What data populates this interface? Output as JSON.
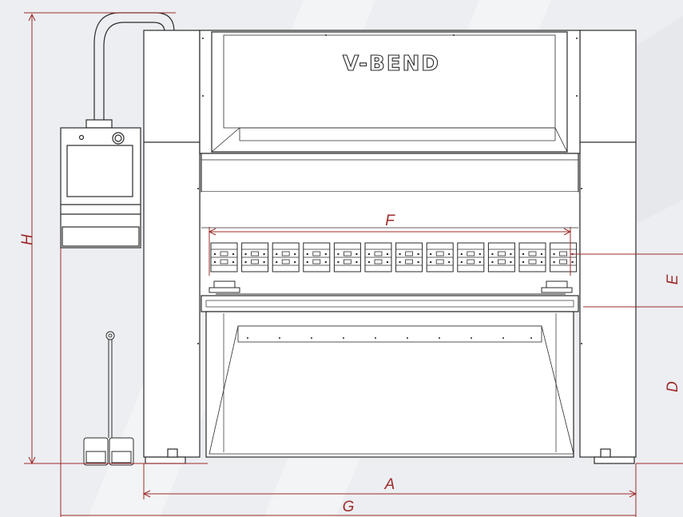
{
  "brand": {
    "logo_text": "V-BEND"
  },
  "dimensions": {
    "H": "H",
    "F_top": "F",
    "E_right": "E",
    "D_right": "D",
    "A_bottom": "A",
    "G_bottom": "G"
  },
  "colors": {
    "background": "#eceef1",
    "line": "#2a2a2a",
    "dimension": "#9e2b2b",
    "machine_fill": "#ffffff",
    "screen_fill": "#ffffff"
  },
  "icons": {
    "pedal": "foot-pedal-icon",
    "screen": "control-screen-icon"
  }
}
